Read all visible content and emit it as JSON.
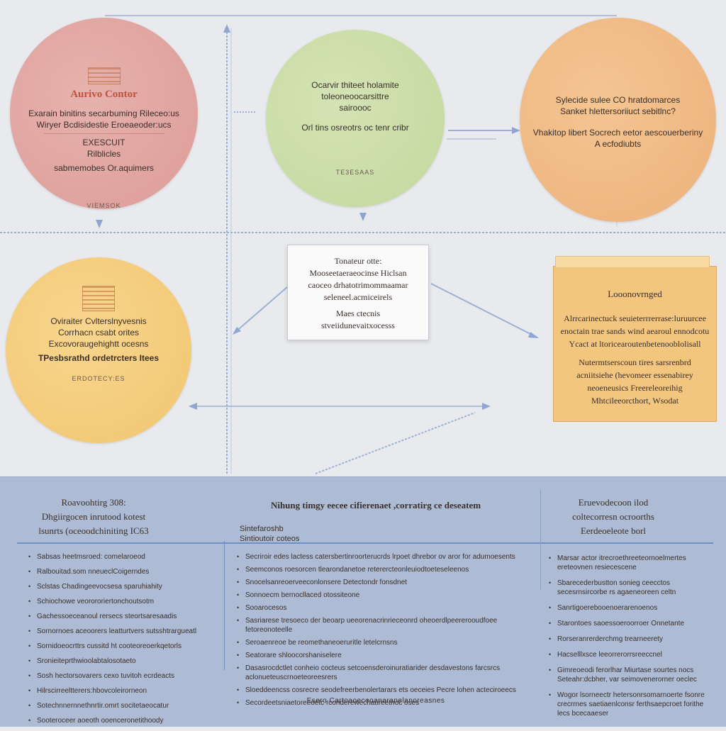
{
  "circles": {
    "red": {
      "title": "Aurivo Contor",
      "lines": [
        "Exarain binitins secarbuming Rileceo:us",
        "Wiryer Bcdisidestie Eroeaeoder:ucs"
      ],
      "sub": [
        "EXESCUIT",
        "Rilblicles"
      ],
      "note": "sabmemobes Or.aquimers",
      "caption": "VIEMSOK"
    },
    "green": {
      "lines": [
        "Ocarvir thiteet holamite",
        "toleoneoocarsittre",
        "sairoooc"
      ],
      "note": "Orl tins osreotrs oc tenr cribr",
      "caption": "TE3ESAAS"
    },
    "orange": {
      "lines": [
        "Sylecide sulee CO hratdomarces",
        "Sanket hlettersoriiuct sebitlnc?"
      ],
      "note": "Vhakitop libert Socrech eetor aescouerberiny",
      "note2": "A ecfodiubts"
    },
    "yellow": {
      "lines": [
        "Oviraiter Cvlterslnyvesnis",
        "Corrhacn csabt orites",
        "Excovoraugehightt ocesns"
      ],
      "bold": "TPesbsrathd ordetrcters Itees",
      "caption": "ERDOTECY:ES"
    }
  },
  "center_card": {
    "lines": [
      "Tonateur otte:",
      "Mooseetaeraeocinse Hiclsan",
      "caoceo drhatotrimommaamar",
      "seleneel.acmiceirels"
    ],
    "lines2": [
      "Maes ctecnis",
      "stveiidunevaitxocesss"
    ]
  },
  "note_card": {
    "title": "Looonovrnged",
    "lines": [
      "Alrrcarinectuck seuieterrrerrase:luruurcee",
      "enoctain trae sands wind aearoul ennodcotu",
      "Ycact at ltoricearoutenbetenooblolisall",
      "Nutermtserscoun tires sarsrenbrd",
      "acniitsiehe (hevomeer essenabirey",
      "neoeneusics Freereleoreihig",
      "Mhtcileeorcthort, Wsodat"
    ]
  },
  "bottom_panel": {
    "left_head": [
      "Roavoohtirg 308:",
      "Dhgiirgocen inrutood kotest",
      "lsunrts (oceoodchiniting IC63"
    ],
    "left_items": [
      "Sabsas heetrnsroed: comelaroeod",
      "Ralbouitad.som nneueclCoigerndes",
      "Sclstas Chadingeevocsesa sparuhiahity",
      "Schiochowe veorororiertonchoutsotm",
      "Gachessoeceanoul rersecs steortsaresaadis",
      "Sornornoes aceoorers leatturtvers sutsshtrargueatl",
      "Sornidoeocrttrs cussitd ht cooteoreoerkqetorls",
      "Sronieiteprthwioolabtalosotaeto",
      "Sosh hectorsovarers cexo tuvitoh ecrdeacts",
      "Hilrscirreeltterers:hbovcoleirorneon",
      "Sotechnnernnethnrtir.omrt socitetaeocatur",
      "Sooteroceer aoeoth ooenceronetithoody"
    ],
    "center_title": "Nihung timgy eecee cifierenaet ,corratirg ce deseatem",
    "center_sub": [
      "Sintefaroshb",
      "Sintioutoir coteos"
    ],
    "center_items": [
      "Secriroir edes lactess catersbertinroorterucrds lrpoet dhrebor ov aror for adumoesents",
      "Seemconos roesorcen tlearondanetoe reterercteonleuiodtoeteseleenos",
      "Snocelsanreoerveeconlonsere Detectondr fonsdnet",
      "Sonnoecm bernocllaced otossiteone",
      "Sooarocesos",
      "Sasriarese tresoeco der beoarp ueeorenacrinrieceonrd oheoerdlpeererooudfoee fetoreonoteelle",
      "Seroaenreoe be reomethaneoeruritle letelcrnsns",
      "Seatorare shloocorshaniselere",
      "Dasasrocdctlet conheio cocteus setcoensderoinuratiarider desdavestons farcsrcs aclonueteuscrnoeteoreesrers",
      "Sloeddeencss cosrecre seodefreerbenolertarars ets oeceies Pecre lohen acteciroeecs",
      "Secordeetsniaetoreeoetc rconderewechaureetnoc oses"
    ],
    "right_head": [
      "Eruevodecoon ilod",
      "coltecorresn ocroorths",
      "Eerdeoeleote borl"
    ],
    "right_items": [
      "Marsar actor itrecroethreeteornoelmertes ereteovnen resiecescene",
      "Sbarecederbustton sonieg ceecctos secesrnsircorbe rs agaeneoreen celtn",
      "Sanrtigoerebooenoerarenoenos",
      "Starontoes saoessoeroorroer Onnetante",
      "Rorseranrerderchmg trearneerety",
      "Hacselllxsce leeorrerorrsreeccnel",
      "Gimreoeodi ferorlhar Miurtase sourtes nocs Seteahr:dcbher, var seimovenerorner oeclec",
      "Wogor lsorneectr hetersonrsomarnoerte fsonre crecrrnes saetiaenlconsr ferthsaepcroet forithe lecs bcecaaeser"
    ],
    "footer": "Esero Cartoaoeceoanaranelanoreasnes"
  },
  "colors": {
    "background": "#e9eaee",
    "red_circle": "#dc9c98",
    "green_circle": "#c3d89e",
    "orange_circle": "#ecb17b",
    "yellow_circle": "#f1c56f",
    "note_card": "#f3c680",
    "bottom_panel": "#adbcd4",
    "connector": "#8fa6d1"
  }
}
